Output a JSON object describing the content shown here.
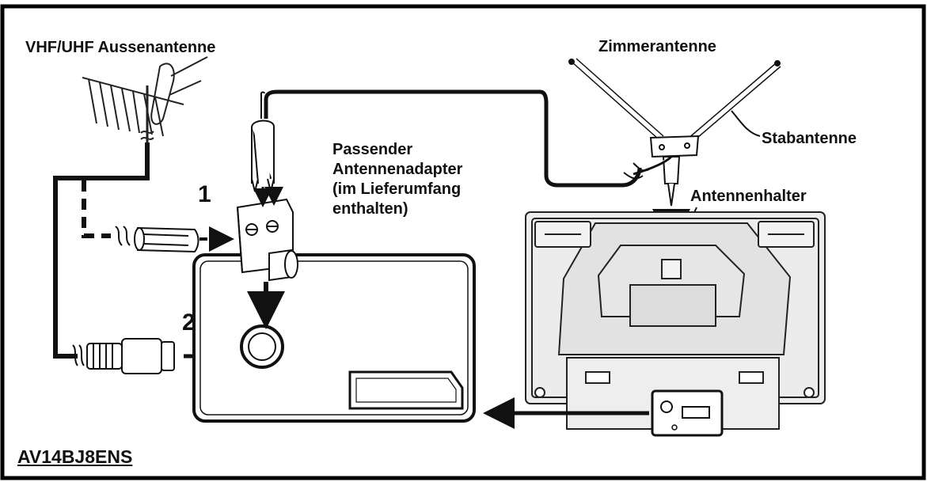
{
  "labels": {
    "outdoor_antenna": "VHF/UHF Aussenantenne",
    "indoor_antenna": "Zimmerantenne",
    "rod_antenna": "Stabantenne",
    "adapter_line1": "Passender",
    "adapter_line2": "Antennenadapter",
    "adapter_line3": "(im Lieferumfang",
    "adapter_line4": "enthalten)",
    "antenna_holder": "Antennenhalter",
    "step1": "1",
    "step2": "2",
    "model": "AV14BJ8ENS"
  },
  "colors": {
    "line": "#111111",
    "panel": "#e6e6e6",
    "frame": "#000000"
  }
}
